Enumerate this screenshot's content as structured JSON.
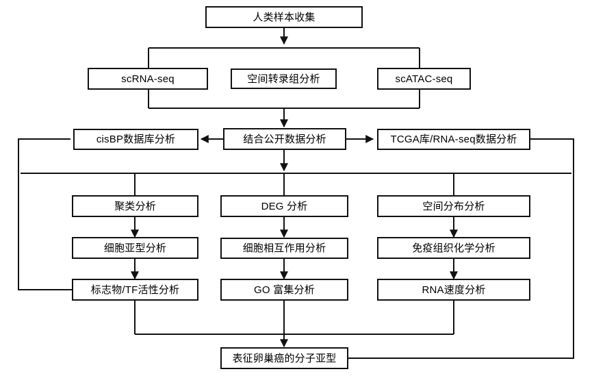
{
  "diagram": {
    "title": "Ovarian cancer multi-omics analysis workflow",
    "background_color": "#ffffff",
    "line_color": "#111111",
    "text_color": "#000000",
    "nodes": {
      "human_sample_collection": "人类样本收集",
      "scrna_seq": "scRNA-seq",
      "spatial_transcriptome": "空间转录组分析",
      "scatac_seq": "scATAC-seq",
      "cisbp_db": "cisBP数据库分析",
      "public_data": "结合公开数据分析",
      "tcga_rnaseq": "TCGA库/RNA-seq数据分析",
      "clustering": "聚类分析",
      "deg": "DEG 分析",
      "spatial_distribution": "空间分布分析",
      "cell_subtype": "细胞亚型分析",
      "cell_interaction": "细胞相互作用分析",
      "ihc": "免疫组织化学分析",
      "marker_tf": "标志物/TF活性分析",
      "go_enrichment": "GO 富集分析",
      "rna_velocity": "RNA速度分析",
      "molecular_subtype": "表征卵巢癌的分子亚型"
    }
  }
}
